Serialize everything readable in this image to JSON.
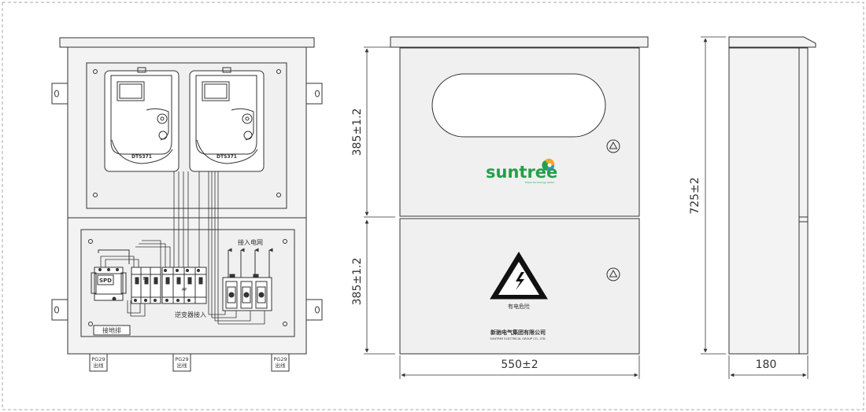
{
  "front_panel": {
    "meter_label": "DTS371",
    "spd_label": "SPD",
    "breaker_label_1": "EA",
    "breaker_label_2": "AP",
    "ground_bar_label": "接地排",
    "inverter_label": "逆变器接入",
    "grid_label": "接入电网",
    "outlets": [
      {
        "code": "PG29",
        "text": "出线"
      },
      {
        "code": "PG29",
        "text": "出线"
      },
      {
        "code": "PG29",
        "text": "出线"
      }
    ]
  },
  "door_view": {
    "brand": "suntree",
    "brand_tagline": "Power technology leader",
    "warning_text": "有电危险",
    "company_cn": "新驰电气集团有限公司",
    "company_en": "SUNTREE ELECTRICAL GROUP CO., LTD.",
    "dim_upper_height": "385±1.2",
    "dim_lower_height": "385±1.2",
    "dim_width": "550±2"
  },
  "side_view": {
    "dim_total_height": "725±2",
    "dim_depth": "180"
  },
  "colors": {
    "line": "#333333",
    "panel_gray": "#f0f0f0",
    "frame_dash": "#aaaaaa",
    "brand_green": "#22a04a"
  }
}
